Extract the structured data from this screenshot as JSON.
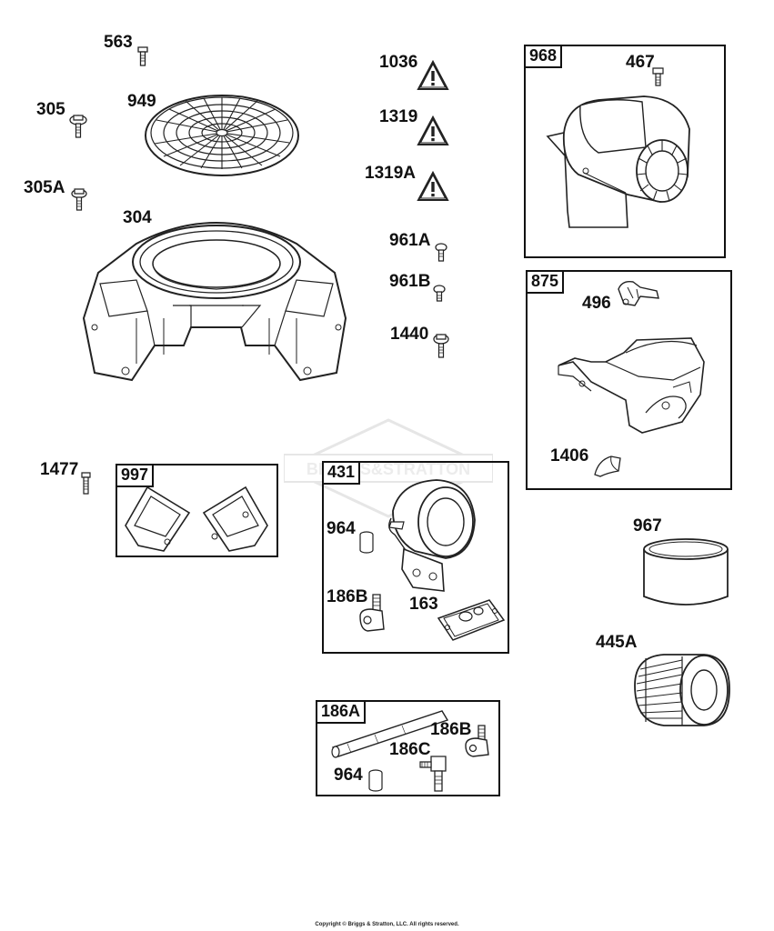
{
  "labels": {
    "p563": "563",
    "p949": "949",
    "p305": "305",
    "p305a": "305A",
    "p304": "304",
    "p1036": "1036",
    "p1319": "1319",
    "p1319a": "1319A",
    "p961a": "961A",
    "p961b": "961B",
    "p1440": "1440",
    "p1477": "1477",
    "p967": "967",
    "p445a": "445A"
  },
  "boxes": {
    "b968": {
      "tag": "968",
      "items": {
        "p467": "467"
      }
    },
    "b875": {
      "tag": "875",
      "items": {
        "p496": "496",
        "p1406": "1406"
      }
    },
    "b997": {
      "tag": "997"
    },
    "b431": {
      "tag": "431",
      "items": {
        "p964": "964",
        "p186b": "186B",
        "p163": "163"
      }
    },
    "b186a": {
      "tag": "186A",
      "items": {
        "p186b": "186B",
        "p186c": "186C",
        "p964": "964"
      }
    }
  },
  "watermark": "BRIGGS&STRATTON",
  "copyright": "Copyright © Briggs & Stratton, LLC. All rights reserved.",
  "icons": [
    "warning-triangle-icon",
    "bolt-icon",
    "screen-icon",
    "blower-housing-icon",
    "air-cleaner-cover-icon",
    "air-cleaner-base-icon",
    "filter-element-icon"
  ]
}
